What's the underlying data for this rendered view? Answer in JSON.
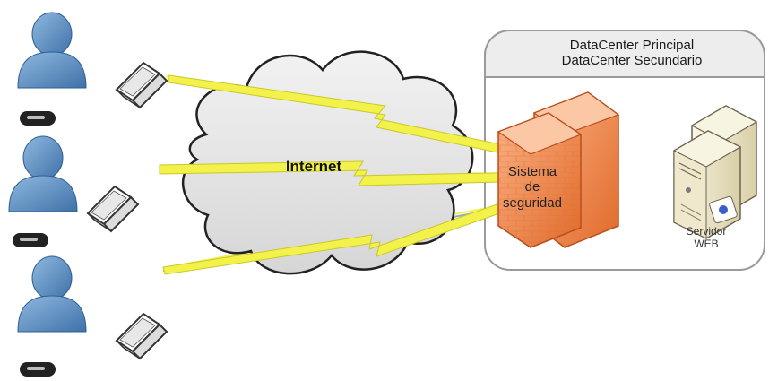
{
  "datacenter": {
    "line1": "DataCenter Principal",
    "line2": "DataCenter Secundario"
  },
  "internet_label": "Internet",
  "security": {
    "line1": "Sistema",
    "line2": "de",
    "line3": "seguridad"
  },
  "server": {
    "line1": "Servidor",
    "line2": "WEB"
  },
  "colors": {
    "user": "#5b8fc4",
    "firewall": "#f08a52",
    "lightning": "#f3f24a",
    "cloud": "#e6e6e6",
    "server": "#e9e2c6"
  }
}
